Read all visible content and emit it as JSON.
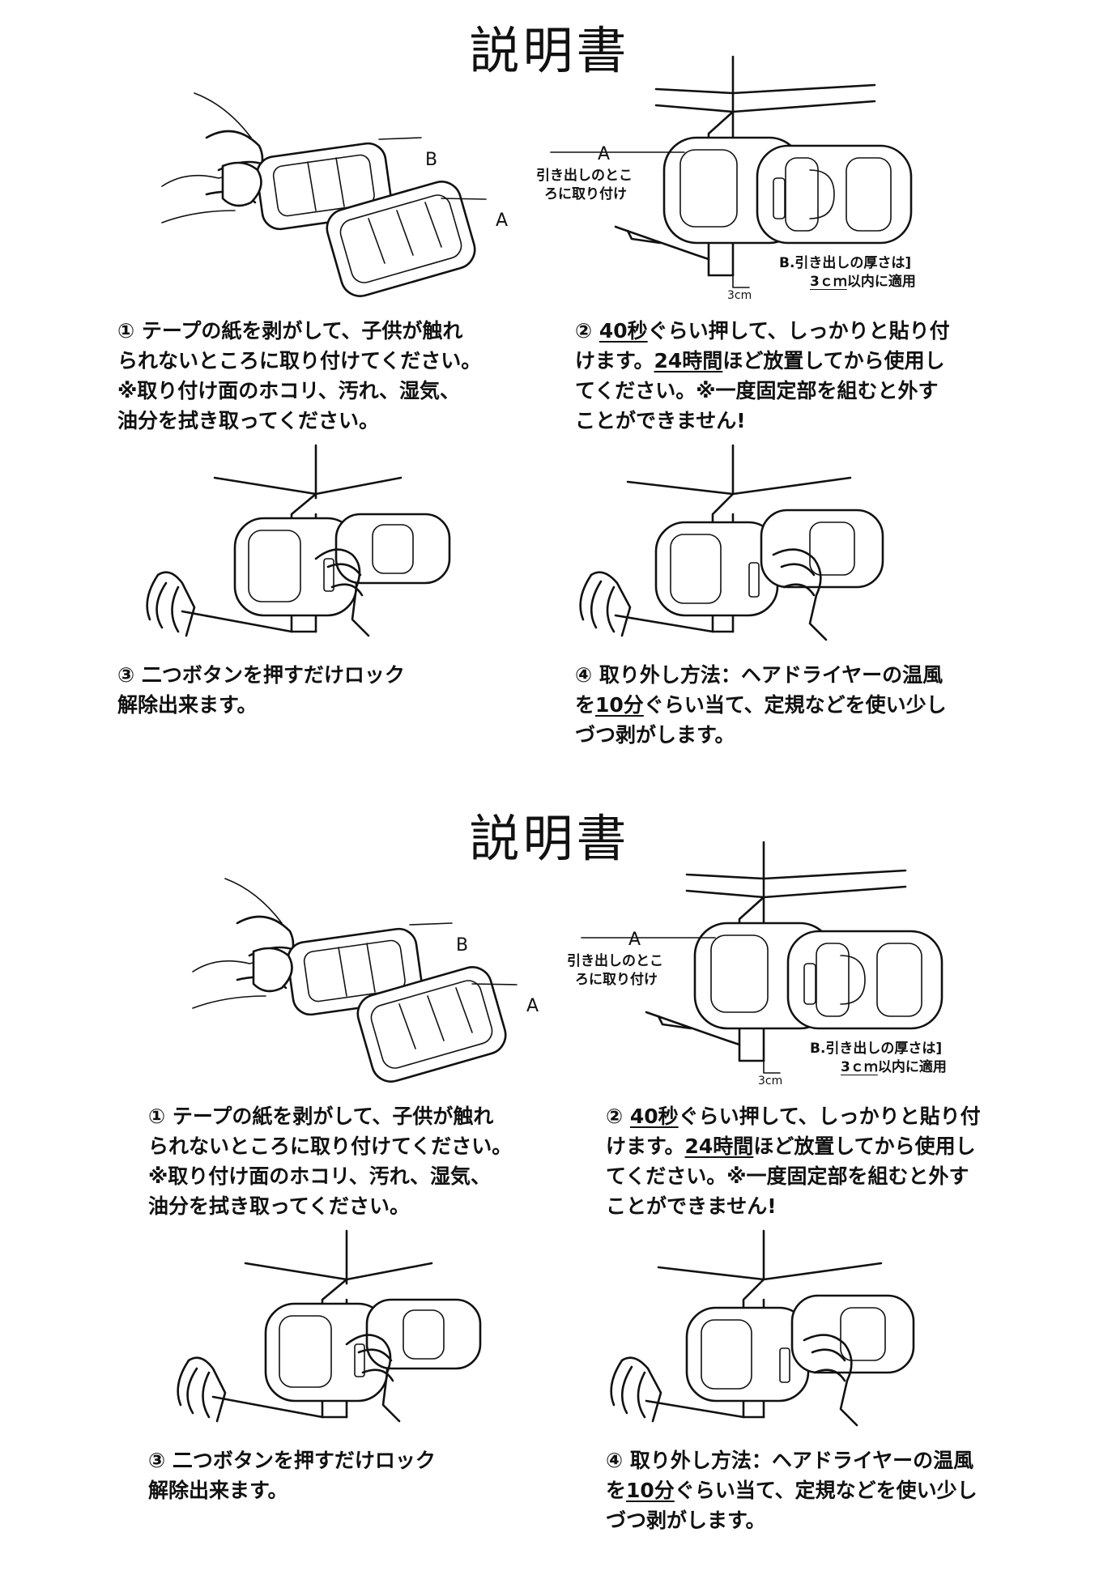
{
  "manual": {
    "title": "説明書",
    "labels": {
      "a": "A",
      "b": "B",
      "attach_line1": "引き出しのとこ",
      "attach_line2": "ろに取り付け",
      "thickness_line1": "B.引き出しの厚さは]",
      "thickness_value": "3ｃｍ",
      "thickness_rest": "以内に適用",
      "dim": "3cm"
    },
    "steps": {
      "s1": {
        "line1": "① テープの紙を剥がして、子供が触れ",
        "line2": "られないところに取り付けてください。",
        "line3": "※取り付け面のホコリ、汚れ、湿気、",
        "line4": "油分を拭き取ってください。"
      },
      "s2": {
        "l1_a": "② ",
        "l1_u": "40秒",
        "l1_b": "ぐらい押して、しっかりと貼り付",
        "l2_a": "けます。",
        "l2_u": "24時間",
        "l2_b": "ほど放置してから使用し",
        "line3": "てください。※一度固定部を組むと外す",
        "line4": "ことができません!"
      },
      "s3": {
        "line1": "③ 二つボタンを押すだけロック",
        "line2": "解除出来ます。"
      },
      "s4": {
        "line1": "④ 取り外し方法：ヘアドライヤーの温風",
        "l2_a": "を",
        "l2_u": "10分",
        "l2_b": "ぐらい当て、定規などを使い少し",
        "line3": "づつ剥がします。"
      }
    }
  },
  "icons": {
    "peel": "hand-peeling-tape-icon",
    "mount": "lock-mounted-on-drawer-icon",
    "press": "hand-pressing-buttons-icon",
    "remove": "hand-removing-lock-icon"
  }
}
